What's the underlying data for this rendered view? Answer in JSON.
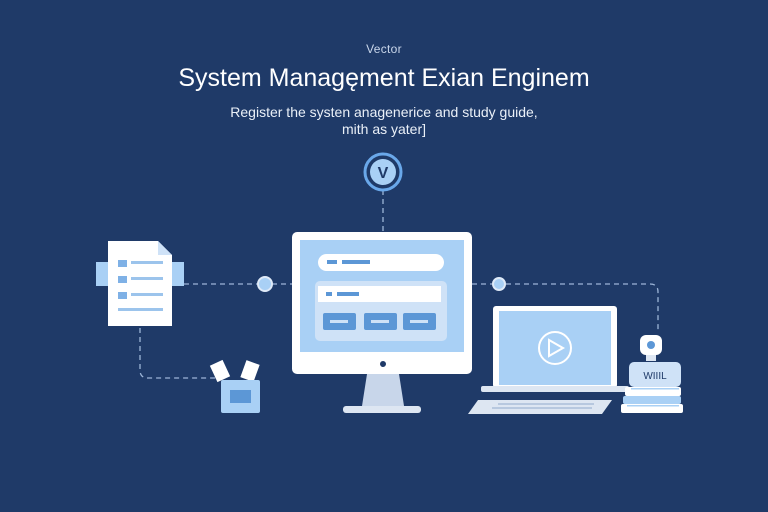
{
  "header": {
    "kicker": "Vector",
    "title": "System Managęment Exian Enginem",
    "subtitle_line1": "Register the systen anagenerice and study guide,",
    "subtitle_line2": "mith as yater]"
  },
  "logo": {
    "letter": "V"
  },
  "books": {
    "label": "WIIIL"
  },
  "colors": {
    "background": "#1f3a68",
    "accent_light": "#a9d0f5",
    "accent_mid": "#5c97d6",
    "line": "#9db5d8"
  },
  "icons": [
    "logo-circle-icon",
    "document-icon",
    "pen-holder-icon",
    "desktop-monitor-icon",
    "laptop-icon",
    "play-icon",
    "robot-icon",
    "books-icon"
  ]
}
